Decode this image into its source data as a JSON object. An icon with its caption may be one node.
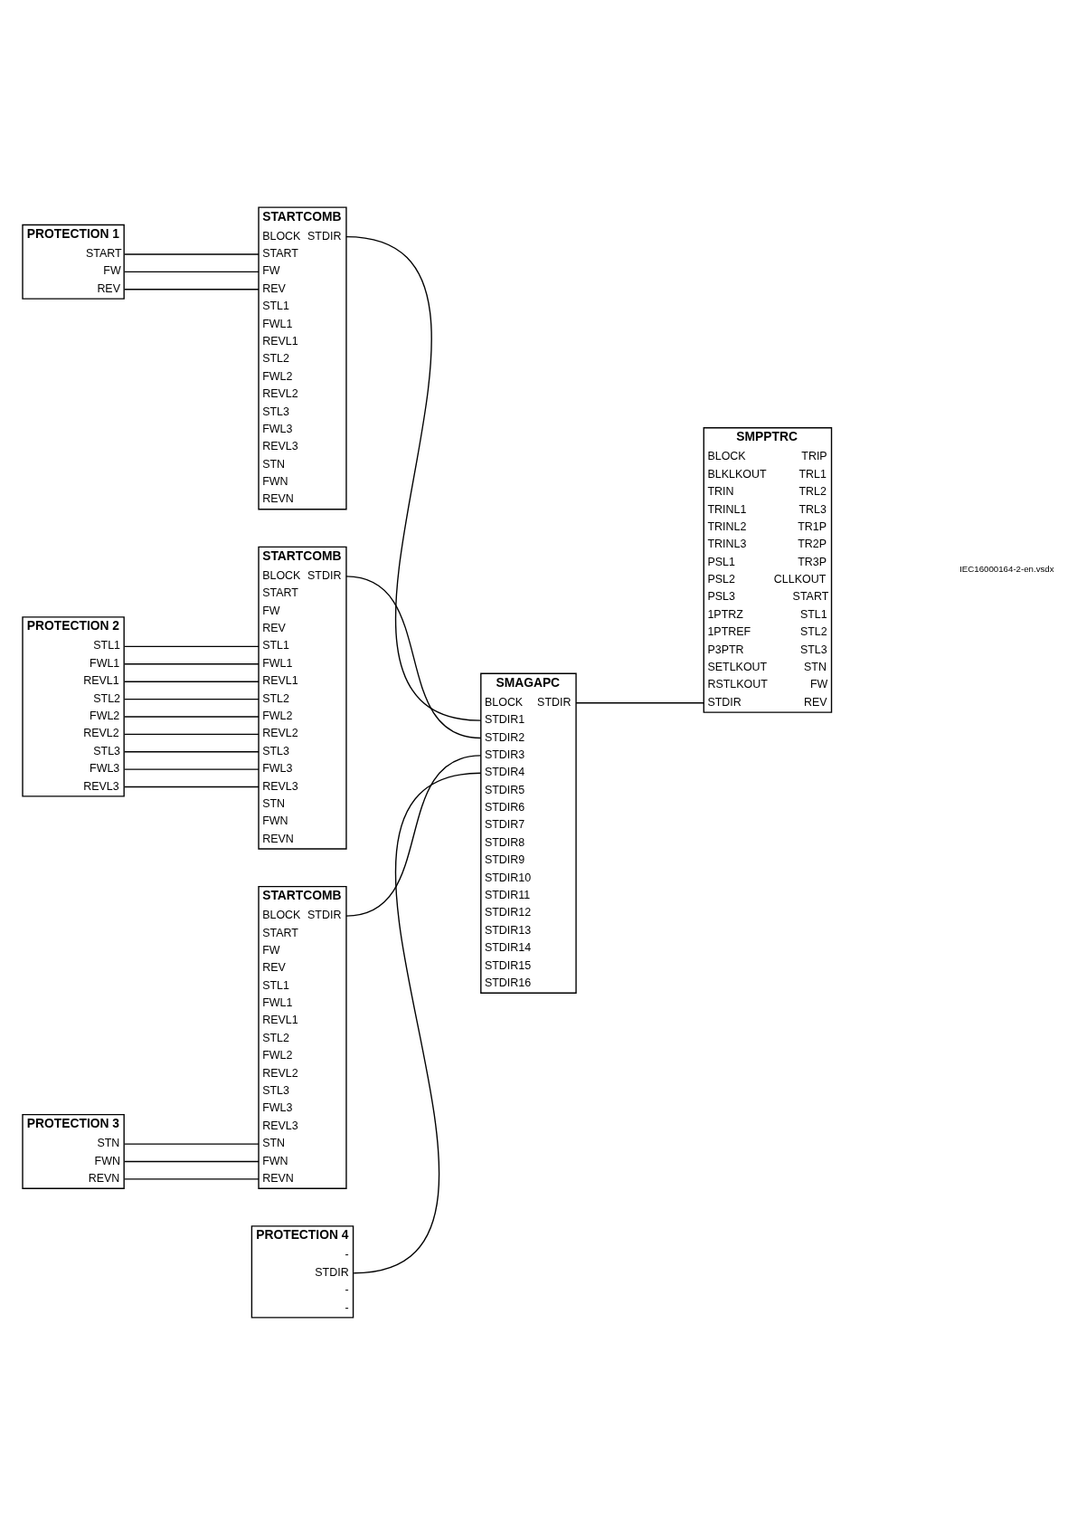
{
  "diagram": {
    "nodes": [
      {
        "text": [
          "PROTECTION 1",
          "START",
          "FW",
          "REV"
        ]
      },
      {
        "text": [
          "STARTCOMB",
          "BLOCK",
          "STDIR",
          "START",
          "FW",
          "REV",
          "STL1",
          "FWL1",
          "REVL1",
          "STL2",
          "FWL2",
          "REVL2",
          "STL3",
          "FWL3",
          "REVL3",
          "STN",
          "FWN",
          "REVN"
        ]
      },
      {
        "text": [
          "SMAGAPC",
          "BLOCK",
          "STDIR",
          "STDIR1",
          "STDIR2",
          "STDIR3",
          "STDIR4",
          "STDIR5",
          "STDIR6",
          "STDIR7",
          "STDIR8",
          "STDIR9",
          "STDIR10",
          "STDIR11",
          "STDIR12",
          "STDIR13",
          "STDIR14",
          "STDIR15",
          "STDIR16"
        ]
      },
      {
        "text": [
          "SMPPTRC",
          "BLOCK",
          "TRIP",
          "BLKLKOUT",
          "TRL1",
          "TRIN",
          "TRL2",
          "TRINL1",
          "TRL3",
          "TRINL2",
          "TR1P",
          "TRINL3",
          "TR2P",
          "PSL1",
          "TR3P",
          "PSL2",
          "CLLKOUT",
          "PSL3",
          "START",
          "1PTRZ",
          "STL1",
          "1PTREF",
          "STL2",
          "P3PTR",
          "STL3",
          "SETLKOUT",
          "STN",
          "RSTLKOUT",
          "FW",
          "STDIR",
          "REV"
        ]
      },
      {
        "text": [
          "PROTECTION 2",
          "STL1",
          "FWL1",
          "REVL1",
          "STL2",
          "FWL2",
          "REVL2",
          "STL3",
          "FWL3",
          "REVL3"
        ]
      },
      {
        "text": [
          "STARTCOMB",
          "BLOCK",
          "STDIR",
          "START",
          "FW",
          "REV",
          "STL1",
          "FWL1",
          "REVL1",
          "STL2",
          "FWL2",
          "REVL2",
          "STL3",
          "FWL3",
          "REVL3",
          "STN",
          "FWN",
          "REVN"
        ]
      },
      {
        "text": [
          "STARTCOMB",
          "BLOCK",
          "STDIR",
          "START",
          "FW",
          "REV",
          "STL1",
          "FWL1",
          "REVL1",
          "STL2",
          "FWL2",
          "REVL2",
          "STL3",
          "FWL3",
          "REVL3",
          "STN",
          "FWN",
          "REVN"
        ]
      },
      {
        "text": [
          "PROTECTION 3",
          "STN",
          "FWN",
          "REVN"
        ]
      },
      {
        "text": [
          "PROTECTION 4",
          "-",
          "STDIR",
          "-",
          "-"
        ]
      }
    ],
    "edges": [
      {
        "from": 0,
        "to": 1,
        "arrow": "none"
      },
      {
        "from": 0,
        "to": 1,
        "arrow": "none"
      },
      {
        "from": 0,
        "to": 1,
        "arrow": "none"
      },
      {
        "from": 1,
        "to": 2,
        "arrow": "none"
      },
      {
        "from": 5,
        "to": 2,
        "arrow": "none"
      },
      {
        "from": 6,
        "to": 2,
        "arrow": "none"
      },
      {
        "from": 8,
        "to": 2,
        "arrow": "none"
      },
      {
        "from": 2,
        "to": 3,
        "arrow": "none"
      },
      {
        "from": 4,
        "to": 5,
        "arrow": "none"
      },
      {
        "from": 4,
        "to": 5,
        "arrow": "none"
      },
      {
        "from": 4,
        "to": 5,
        "arrow": "none"
      },
      {
        "from": 4,
        "to": 5,
        "arrow": "none"
      },
      {
        "from": 4,
        "to": 5,
        "arrow": "none"
      },
      {
        "from": 4,
        "to": 5,
        "arrow": "none"
      },
      {
        "from": 4,
        "to": 5,
        "arrow": "none"
      },
      {
        "from": 4,
        "to": 5,
        "arrow": "none"
      },
      {
        "from": 4,
        "to": 5,
        "arrow": "none"
      },
      {
        "from": 7,
        "to": 6,
        "arrow": "none"
      },
      {
        "from": 7,
        "to": 6,
        "arrow": "none"
      },
      {
        "from": 7,
        "to": 6,
        "arrow": "none"
      }
    ],
    "labels": [
      "IEC16000164-2-en.vsdx"
    ]
  }
}
